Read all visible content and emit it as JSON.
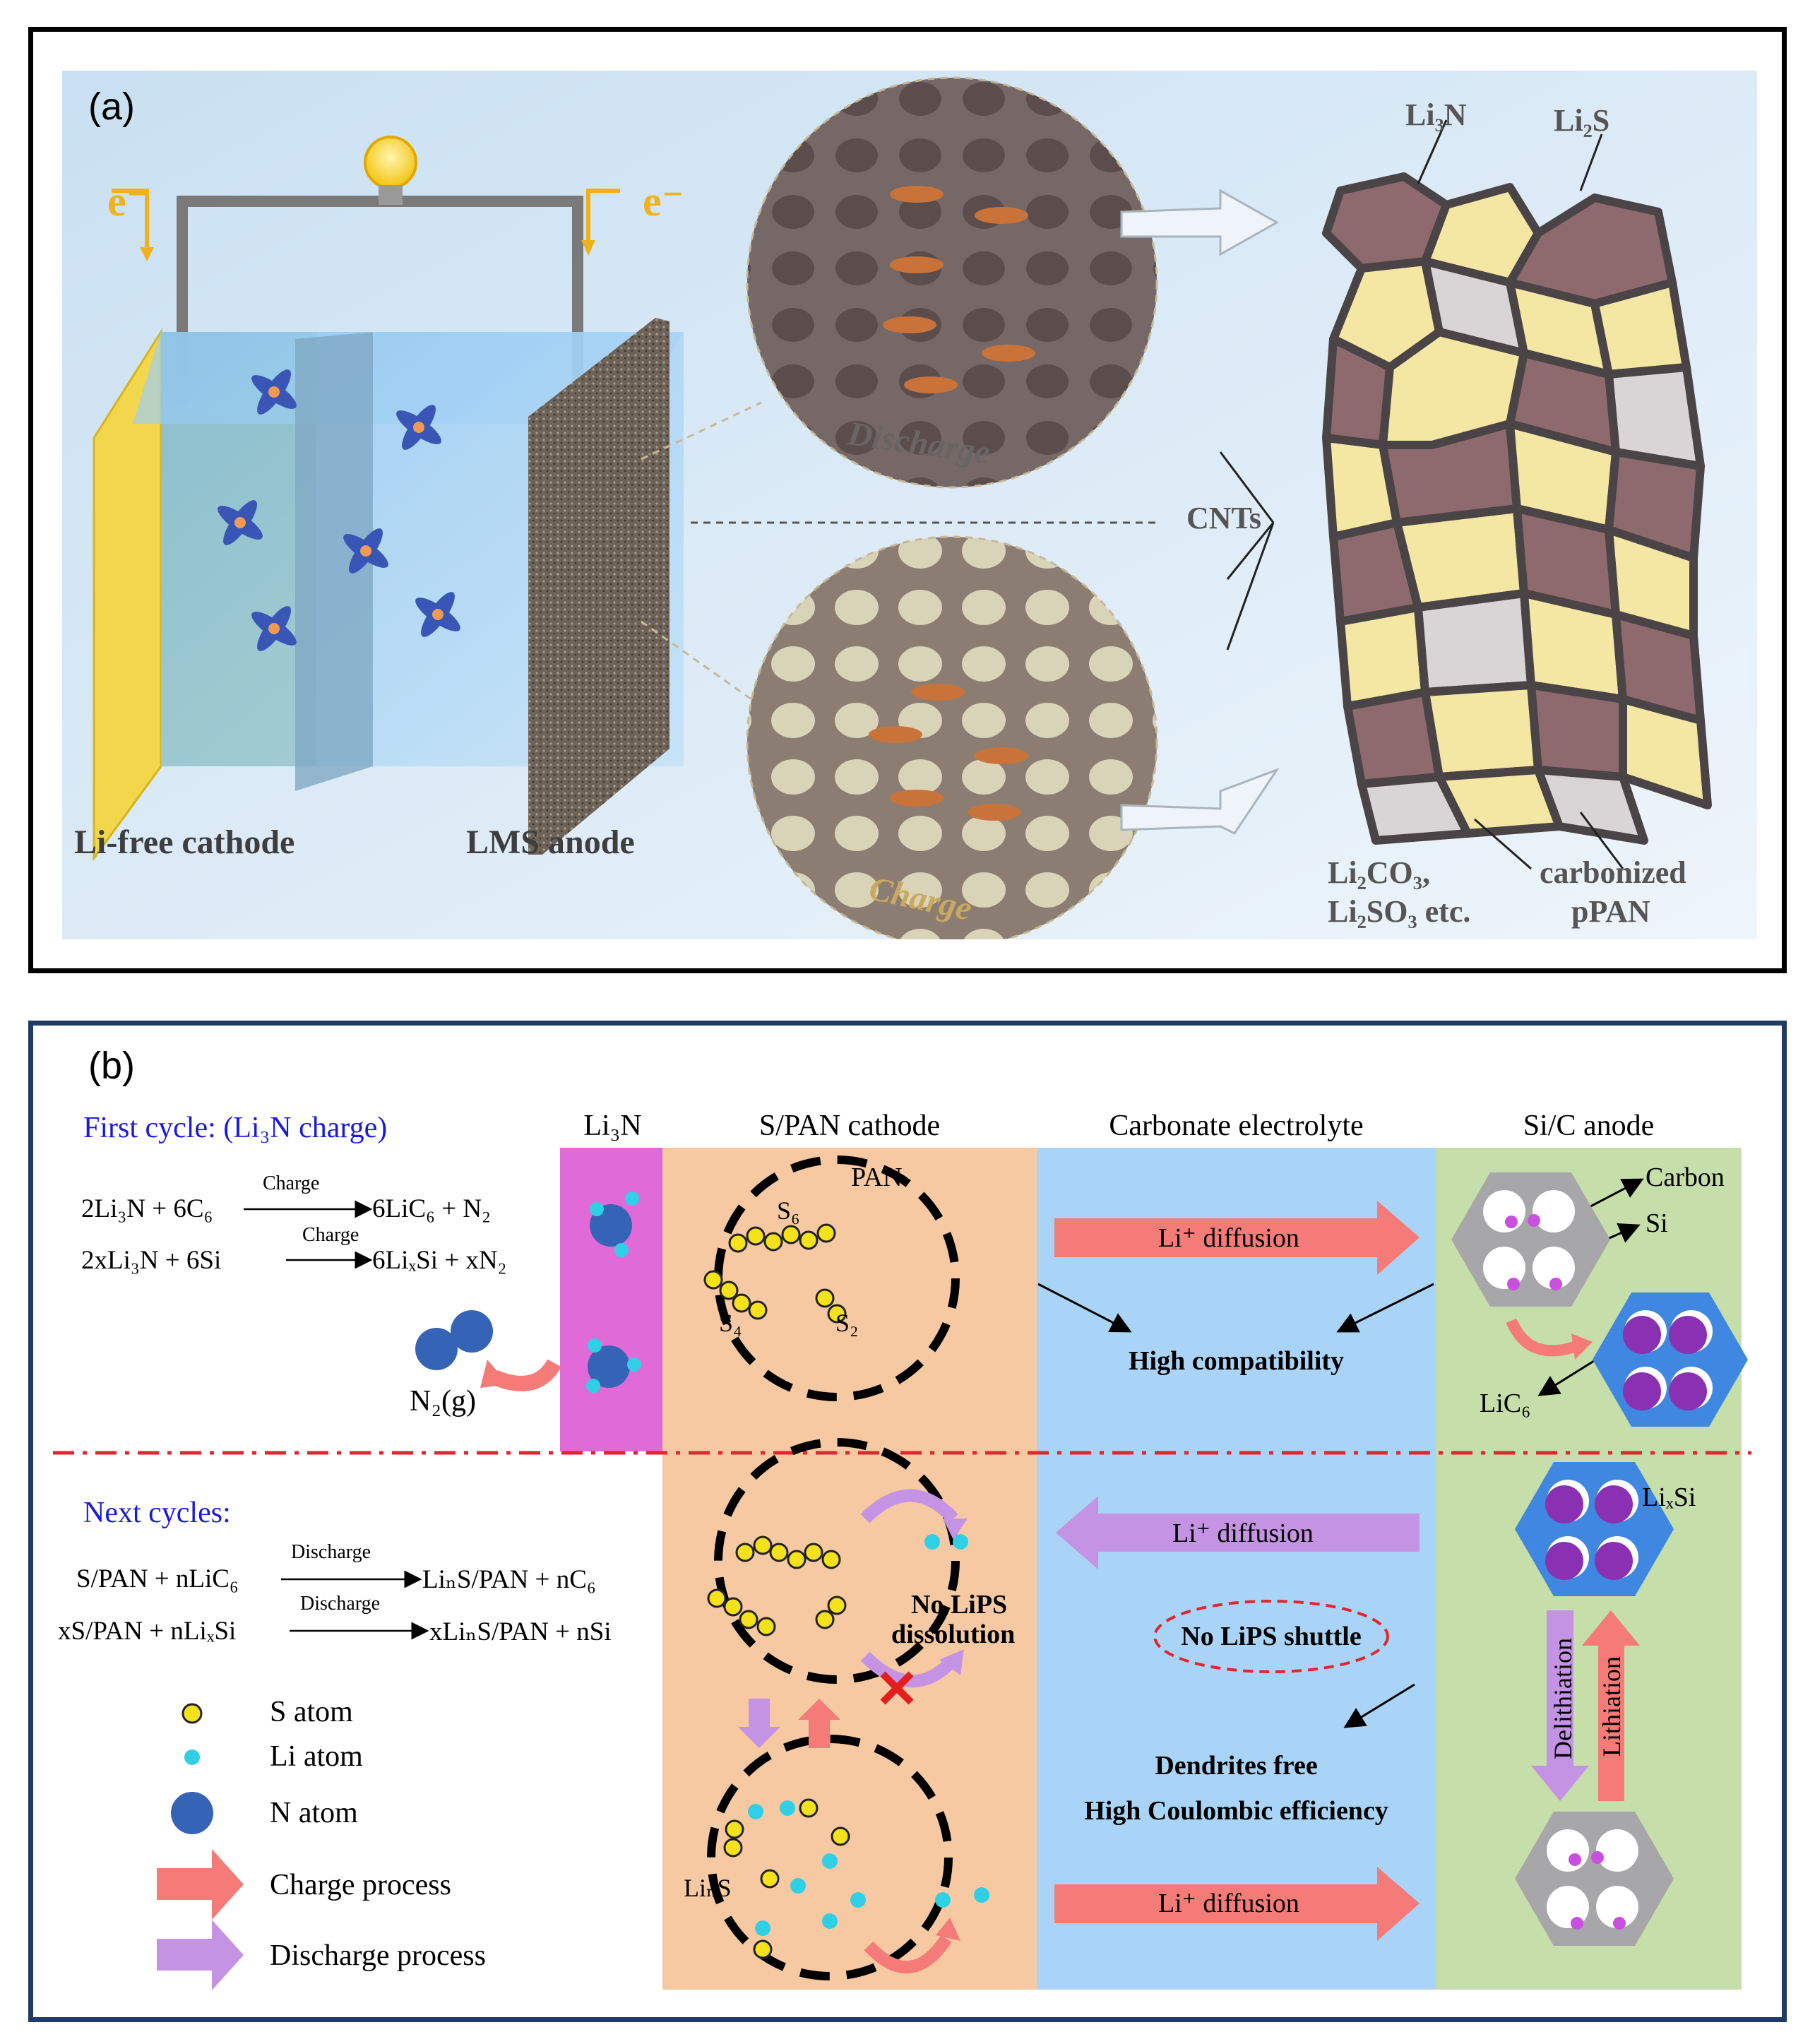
{
  "panel_a": {
    "label": "(a)",
    "electron_left": "e⁻",
    "electron_right": "e⁻",
    "cathode_label": "Li-free cathode",
    "anode_label": "LMS anode",
    "discharge_label": "Discharge",
    "charge_label": "Charge",
    "cnts_label": "CNTs",
    "li3n_label": "Li₃N",
    "li2s_label": "Li₂S",
    "li2co3_line1": "Li₂CO₃,",
    "li2co3_line2": "Li₂SO₃ etc.",
    "carbonized_line1": "carbonized",
    "carbonized_line2": "pPAN"
  },
  "panel_b": {
    "label": "(b)",
    "first_cycle_title": "First cycle:  (Li₃N charge)",
    "eq1": "2Li₃N + 6C₆",
    "eq1_arrow": "Charge",
    "eq1_right": "6LiC₆ + N₂",
    "eq2": "2xLi₃N + 6Si",
    "eq2_arrow": "Charge",
    "eq2_right": "6LiₓSi + xN₂",
    "n2_label": "N₂(g)",
    "col_li3n": "Li₃N",
    "col_cathode": "S/PAN cathode",
    "col_electrolyte": "Carbonate electrolyte",
    "col_anode": "Si/C anode",
    "pan_label": "PAN",
    "s6_label": "S₆",
    "s4_label": "S₄",
    "s2_label": "S₂",
    "li_diffusion_1": "Li⁺ diffusion",
    "li_diffusion_2": "Li⁺ diffusion",
    "li_diffusion_3": "Li⁺ diffusion",
    "high_compat": "High compatibility",
    "carbon_label": "Carbon",
    "si_label": "Si",
    "lic6_label": "LiC₆",
    "next_cycles_title": "Next cycles:",
    "eq3": "S/PAN + nLiC₆",
    "eq3_arrow": "Discharge",
    "eq3_right": "LiₙS/PAN + nC₆",
    "eq4": "xS/PAN + nLiₓSi",
    "eq4_arrow": "Discharge",
    "eq4_right": "xLiₙS/PAN + nSi",
    "no_lips_dissolution_1": "No LiPS",
    "no_lips_dissolution_2": "dissolution",
    "no_lips_shuttle": "No LiPS shuttle",
    "dendrites_free": "Dendrites free",
    "high_ce": "High Coulombic efficiency",
    "lixsi_label": "LiₓSi",
    "delithiation": "Delithiation",
    "lithiation": "Lithiation",
    "lins_label": "LiₙS",
    "legend": {
      "s_atom": "S atom",
      "li_atom": "Li atom",
      "n_atom": "N atom",
      "charge_process": "Charge process",
      "discharge_process": "Discharge process"
    },
    "colors": {
      "li3n_col": "#e06ad8",
      "cathode_col": "#f6c9a3",
      "electrolyte_col": "#a9d4f7",
      "anode_col": "#c6deaa",
      "charge_arrow": "#f47b77",
      "discharge_arrow": "#c493e3",
      "s_atom": "#f5e21b",
      "li_atom": "#2fd0e6",
      "n_atom": "#3563b5",
      "dash_line": "#e0262e"
    }
  }
}
